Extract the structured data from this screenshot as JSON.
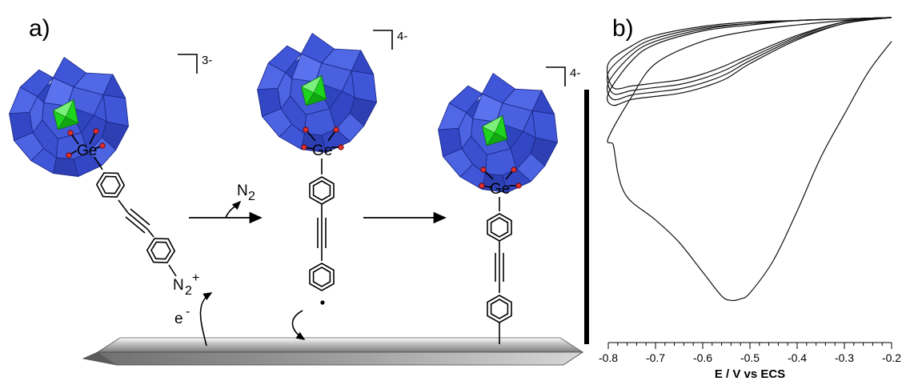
{
  "figure": {
    "panel_a_label": "a)",
    "panel_b_label": "b)"
  },
  "scheme": {
    "species": [
      {
        "charge": "3-",
        "heteroatom": "Ge",
        "terminal_group": "N2+"
      },
      {
        "charge": "4-",
        "heteroatom": "Ge",
        "terminal_group": "radical"
      },
      {
        "charge": "4-",
        "heteroatom": "Ge",
        "terminal_group": "surface-bound"
      }
    ],
    "n2_label": "N",
    "n2_subscript": "2",
    "diazonium_label": "N",
    "diazonium_subscript": "2",
    "diazonium_charge": "+",
    "electron_label": "e",
    "electron_charge": "-",
    "colors": {
      "polyhedra": "#3f56d8",
      "polyhedra_edge": "#1c2a8a",
      "central_tetrahedron": "#22dd22",
      "oxygen": "#e03030",
      "electrode": "#9a9a9a"
    }
  },
  "chart_data": {
    "type": "line",
    "title": "",
    "xlabel": "E / V vs ECS",
    "ylabel": "",
    "xlim": [
      -0.8,
      -0.2
    ],
    "x_ticks": [
      -0.8,
      -0.7,
      -0.6,
      -0.5,
      -0.4,
      -0.3,
      -0.2
    ],
    "x_tick_labels": [
      "-0.8",
      "-0.7",
      "-0.6",
      "-0.5",
      "-0.4",
      "-0.3",
      "-0.2"
    ],
    "y_tick_labels": [],
    "grid": false,
    "legend": "none",
    "series": [
      {
        "x": [
          -0.2,
          -0.25,
          -0.3,
          -0.35,
          -0.4,
          -0.45,
          -0.5,
          -0.52,
          -0.54,
          -0.56,
          -0.6,
          -0.65,
          -0.7,
          -0.75,
          -0.77,
          -0.78,
          -0.785,
          -0.79,
          -0.8,
          -0.75,
          -0.7,
          -0.6,
          -0.5,
          -0.4,
          -0.3,
          -0.25,
          -0.2
        ],
        "y": [
          0.83,
          0.62,
          0.34,
          0.05,
          -0.31,
          -0.64,
          -0.86,
          -0.9,
          -0.91,
          -0.88,
          -0.72,
          -0.52,
          -0.37,
          -0.25,
          -0.16,
          -0.05,
          0.05,
          0.14,
          0.18,
          0.46,
          0.68,
          0.83,
          0.9,
          0.94,
          0.97,
          0.98,
          0.99
        ]
      },
      {
        "x": [
          -0.2,
          -0.3,
          -0.4,
          -0.5,
          -0.55,
          -0.6,
          -0.65,
          -0.7,
          -0.75,
          -0.79,
          -0.8,
          -0.75,
          -0.7,
          -0.6,
          -0.5,
          -0.4,
          -0.3,
          -0.2
        ],
        "y": [
          0.99,
          0.95,
          0.84,
          0.68,
          0.58,
          0.52,
          0.48,
          0.46,
          0.44,
          0.4,
          0.48,
          0.7,
          0.81,
          0.9,
          0.94,
          0.97,
          0.98,
          0.99
        ]
      },
      {
        "x": [
          -0.2,
          -0.3,
          -0.4,
          -0.5,
          -0.55,
          -0.6,
          -0.65,
          -0.7,
          -0.75,
          -0.79,
          -0.8,
          -0.75,
          -0.7,
          -0.6,
          -0.5,
          -0.4,
          -0.3,
          -0.2
        ],
        "y": [
          0.99,
          0.95,
          0.85,
          0.7,
          0.61,
          0.55,
          0.51,
          0.49,
          0.47,
          0.44,
          0.55,
          0.74,
          0.83,
          0.91,
          0.95,
          0.97,
          0.98,
          0.99
        ]
      },
      {
        "x": [
          -0.2,
          -0.3,
          -0.4,
          -0.5,
          -0.55,
          -0.6,
          -0.65,
          -0.7,
          -0.75,
          -0.79,
          -0.8,
          -0.75,
          -0.7,
          -0.6,
          -0.5,
          -0.4,
          -0.3,
          -0.2
        ],
        "y": [
          0.99,
          0.96,
          0.86,
          0.72,
          0.64,
          0.58,
          0.54,
          0.52,
          0.5,
          0.48,
          0.62,
          0.77,
          0.85,
          0.92,
          0.95,
          0.97,
          0.98,
          0.99
        ]
      },
      {
        "x": [
          -0.2,
          -0.3,
          -0.4,
          -0.5,
          -0.55,
          -0.6,
          -0.65,
          -0.7,
          -0.75,
          -0.79,
          -0.8,
          -0.75,
          -0.7,
          -0.6,
          -0.5,
          -0.4,
          -0.3,
          -0.2
        ],
        "y": [
          0.99,
          0.96,
          0.87,
          0.74,
          0.67,
          0.61,
          0.57,
          0.55,
          0.53,
          0.52,
          0.68,
          0.8,
          0.87,
          0.93,
          0.96,
          0.97,
          0.98,
          0.99
        ]
      }
    ]
  }
}
